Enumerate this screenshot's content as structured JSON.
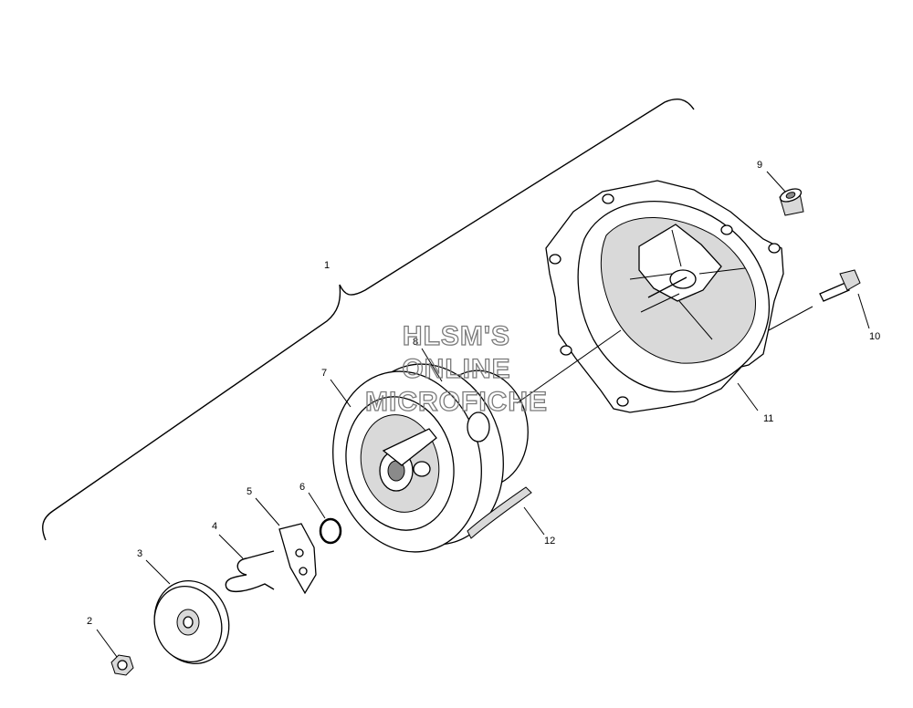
{
  "watermark": {
    "line1": "HLSM'S",
    "line2": "ONLINE",
    "line3": "MICROFICHE"
  },
  "callouts": [
    {
      "id": "1",
      "part": "recoil-starter-assembly"
    },
    {
      "id": "2",
      "part": "nut"
    },
    {
      "id": "3",
      "part": "friction-plate"
    },
    {
      "id": "4",
      "part": "spring-clip"
    },
    {
      "id": "5",
      "part": "pawl"
    },
    {
      "id": "6",
      "part": "pawl-spring"
    },
    {
      "id": "7",
      "part": "rope-pulley"
    },
    {
      "id": "8",
      "part": "recoil-spring"
    },
    {
      "id": "9",
      "part": "rope-bushing"
    },
    {
      "id": "10",
      "part": "bolt"
    },
    {
      "id": "11",
      "part": "recoil-housing"
    },
    {
      "id": "12",
      "part": "starter-rope"
    }
  ]
}
